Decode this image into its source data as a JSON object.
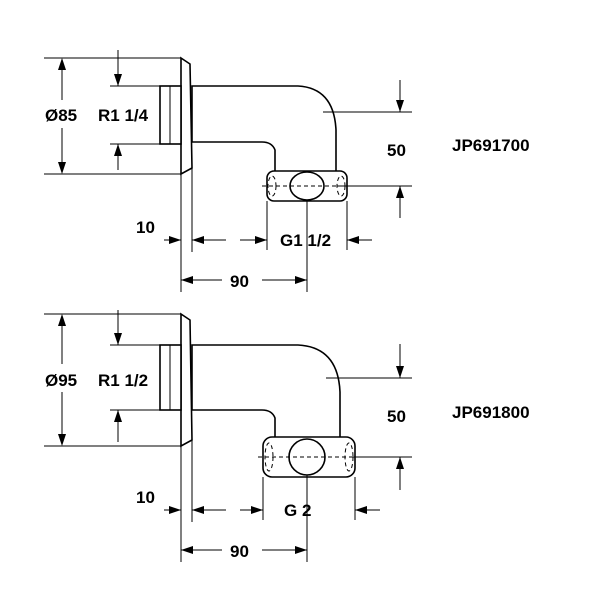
{
  "fittings": [
    {
      "code": "JP691700",
      "flange_diameter": "Ø85",
      "inlet_thread": "R1 1/4",
      "outlet_thread": "G1 1/2",
      "drop": "50",
      "flange_thickness": "10",
      "reach": "90"
    },
    {
      "code": "JP691800",
      "flange_diameter": "Ø95",
      "inlet_thread": "R1 1/2",
      "outlet_thread": "G 2",
      "drop": "50",
      "flange_thickness": "10",
      "reach": "90"
    }
  ]
}
